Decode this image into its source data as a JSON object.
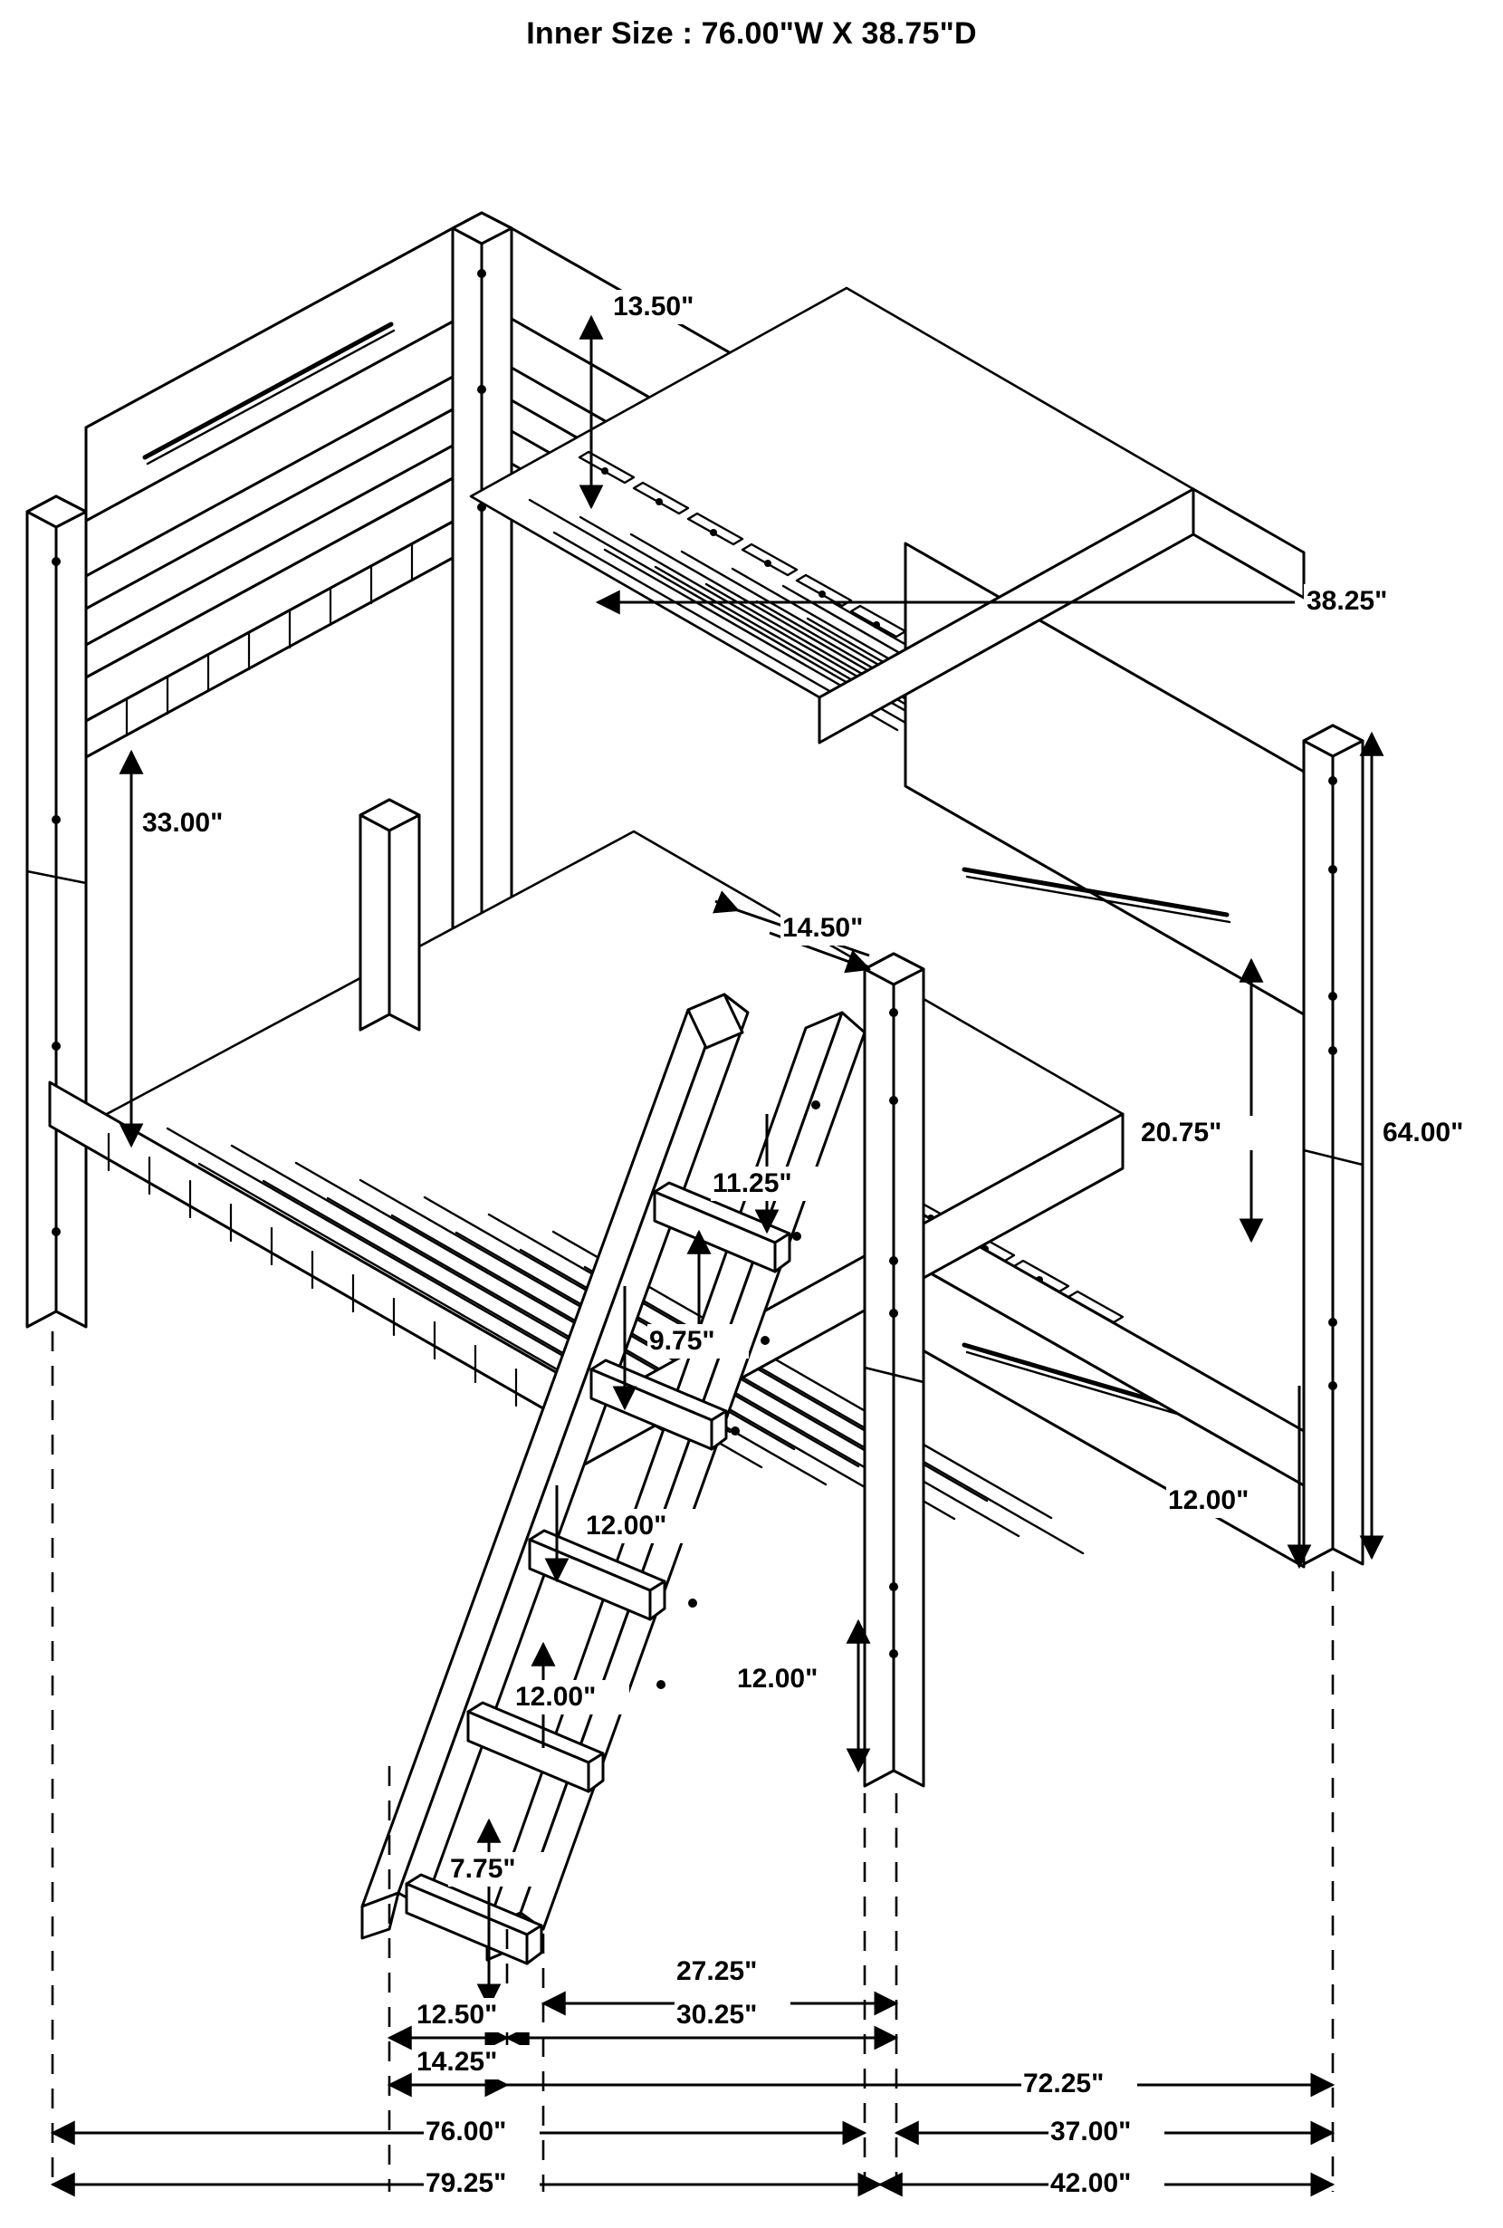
{
  "title": "Inner Size : 76.00\"W X 38.75\"D",
  "product": {
    "type": "twin-over-twin-bunk-bed",
    "view": "isometric-technical-drawing"
  },
  "dimensions": {
    "upper_guardrail_height": "13.50\"",
    "upper_bed_depth_callout": "38.25\"",
    "lower_clearance_left": "33.00\"",
    "ladder_top_offset": "14.50\"",
    "upper_panel_height": "20.75\"",
    "total_height": "64.00\"",
    "ladder_rung_spacing_top": "11.25\"",
    "ladder_rung_spacing_2": "9.75\"",
    "ladder_rung_spacing_3": "12.00\"",
    "ladder_rung_spacing_4": "12.00\"",
    "ladder_bottom_rung": "7.75\"",
    "lower_panel_height": "12.00\"",
    "lower_deck_height": "12.00\"",
    "ladder_foot_offset": "12.50\"",
    "ladder_base_offset": "14.25\"",
    "ladder_to_post_upper": "27.25\"",
    "ladder_to_post_lower": "30.25\"",
    "right_span": "72.25\"",
    "bed_length_inner": "76.00\"",
    "bed_width_inner": "37.00\"",
    "bed_length_outer": "79.25\"",
    "bed_width_outer": "42.00\""
  },
  "labels": {
    "d_13_50": "13.50\"",
    "d_38_25": "38.25\"",
    "d_33_00": "33.00\"",
    "d_14_50": "14.50\"",
    "d_20_75": "20.75\"",
    "d_64_00": "64.00\"",
    "d_11_25": "11.25\"",
    "d_9_75": "9.75\"",
    "d_12_00_a": "12.00\"",
    "d_12_00_b": "12.00\"",
    "d_7_75": "7.75\"",
    "d_12_00_right": "12.00\"",
    "d_12_00_post": "12.00\"",
    "d_12_50": "12.50\"",
    "d_14_25": "14.25\"",
    "d_27_25": "27.25\"",
    "d_30_25": "30.25\"",
    "d_72_25": "72.25\"",
    "d_76_00": "76.00\"",
    "d_37_00": "37.00\"",
    "d_79_25": "79.25\"",
    "d_42_00": "42.00\""
  },
  "colors": {
    "line": "#000000",
    "background": "#ffffff",
    "fill": "#ffffff"
  }
}
